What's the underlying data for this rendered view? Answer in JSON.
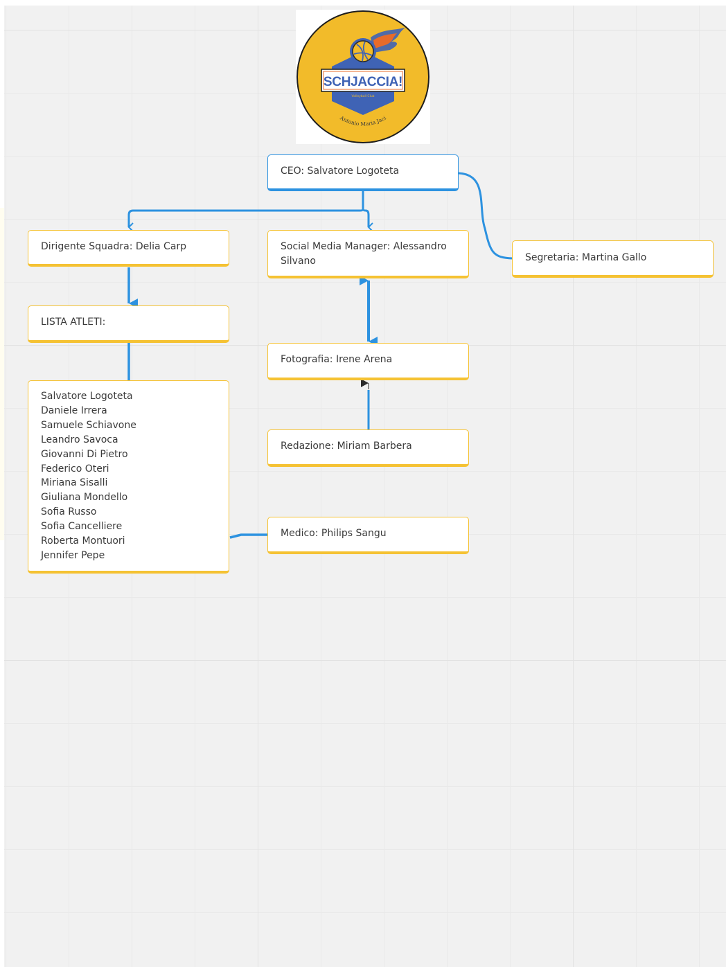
{
  "logo": {
    "title": "SCHJACCIA!",
    "subtitle": "Volleyball Club",
    "ring_text": "Antonio Maria Jaci"
  },
  "nodes": {
    "ceo": "CEO: Salvatore Logoteta",
    "dirigente": "Dirigente Squadra: Delia Carp",
    "social": "Social Media Manager: Alessandro Silvano",
    "segretaria": "Segretaria: Martina Gallo",
    "lista": "LISTA ATLETI:",
    "fotografia": "Fotografia: Irene Arena",
    "redazione": "Redazione: Miriam Barbera",
    "medico": "Medico: Philips Sangu"
  },
  "athletes": [
    "Salvatore Logoteta",
    "Daniele Irrera",
    "Samuele Schiavone",
    "Leandro Savoca",
    "Giovanni Di Pietro",
    "Federico Oteri",
    "Miriana Sisalli",
    "Giuliana Mondello",
    "Sofia Russo",
    "Sofia Cancelliere",
    "Roberta Montuori",
    "Jennifer Pepe"
  ],
  "colors": {
    "connector": "#2d92e0",
    "node_accent": "#f5c233",
    "logo_yellow": "#f2bb2a",
    "logo_blue": "#3f63b5",
    "logo_orange": "#e86b2a"
  }
}
